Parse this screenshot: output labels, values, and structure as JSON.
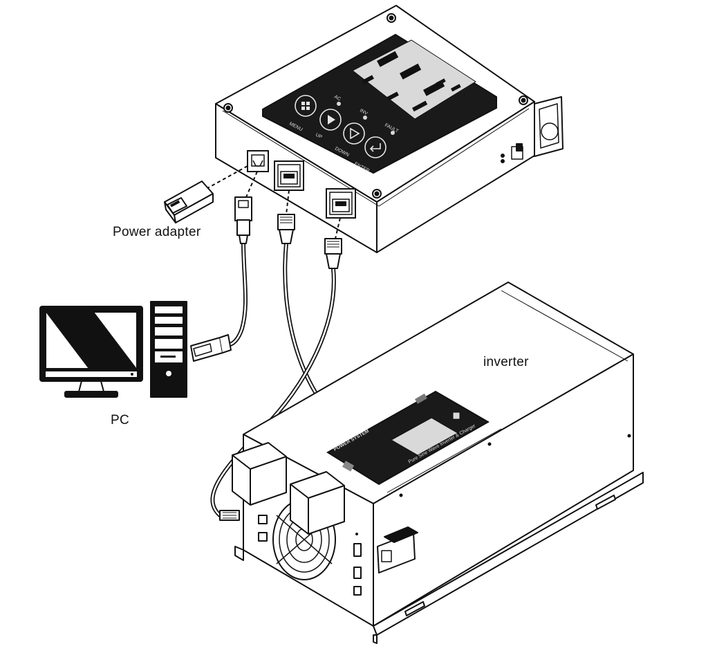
{
  "labels": {
    "power_adapter": "Power adapter",
    "pc": "PC",
    "inverter": "inverter"
  },
  "remote_panel": {
    "buttons": [
      "MENU",
      "UP",
      "DOWN",
      "ENTER"
    ],
    "indicators": [
      "AC",
      "INV",
      "FAULT"
    ]
  },
  "inverter_panel": {
    "brand": "POWER SYSTEM",
    "subtitle": "Pure Sine Wave Inverter & Charger"
  },
  "colors": {
    "line": "#111111",
    "panel": "#1a1a1a",
    "lcd": "#d9d9d9",
    "background": "#ffffff"
  }
}
